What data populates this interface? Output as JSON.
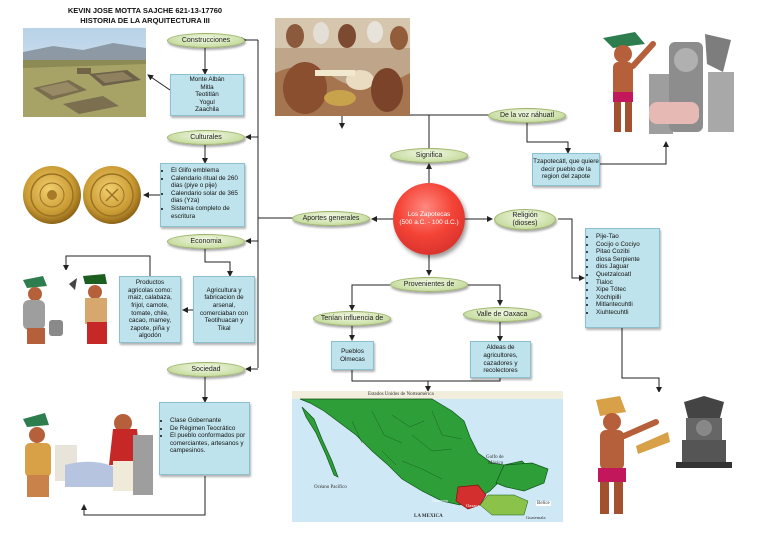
{
  "header": {
    "line1": "KEVIN JOSE MOTTA SAJCHE 621-13-17760",
    "line2": "HISTORIA DE LA ARQUITECTURA III"
  },
  "center": {
    "line1": "Los Zapotecas",
    "line2": "(500 a.C. - 100 d.C.)"
  },
  "nodes": {
    "construcciones": "Construcciones",
    "culturales": "Culturales",
    "economia": "Economia",
    "sociedad": "Sociedad",
    "aportes": "Aportes generales",
    "significa": "Significa",
    "voz_nahuatl": "De la voz náhuatl",
    "religion_1": "Religión",
    "religion_2": "(dioses)",
    "provenientes": "Provenientes de",
    "influencia": "Tenían influencia de",
    "valle": "Valle de Oaxaca"
  },
  "boxes": {
    "construcciones": [
      "Monte Albán",
      "Mitla",
      "Teotitlán",
      "Yogul",
      "Zaachila"
    ],
    "culturales": [
      "El Glifo emblema",
      "Calendario ritual de 260 dias (piye o pije)",
      "Calendario solar de 365 dias (Yza)",
      "Sistema completo de escritura"
    ],
    "productos": [
      "Productos",
      "agricolas como:",
      "maiz, calabaza,",
      "frijol, camote,",
      "tomate, chile,",
      "cacao, mamey,",
      "zapote, piña y",
      "algodón"
    ],
    "agricultura": [
      "Agricultura y",
      "fabricacion de",
      "arsenal,",
      "comerciaban con",
      "Teotihuacan y",
      "Tikal"
    ],
    "sociedad": [
      "Clase Gobernante",
      "De Régimen Teocrático",
      "El pueblo conformados por comerciantes, artesanos y campesinos."
    ],
    "tzapotecatl": [
      "Tzapotecátl, que quiere",
      "decir pueblo de la",
      "region del zapote"
    ],
    "dioses": [
      "Pije-Tao",
      "Cocijo o Cociyo",
      "Pitao Cozibi",
      "diosa Serpiente",
      "dios Jaguar",
      "Quetzalcoatl",
      "Tlaloc",
      "Xipe Tótec",
      "Xochipilli",
      "Mitlantecuhtli",
      "Xiuhtecuhtli"
    ],
    "olmecas": [
      "Pueblos",
      "Olmecas"
    ],
    "aldeas": [
      "Aldeas de",
      "agricultores,",
      "cazadores y",
      "recolectores"
    ]
  },
  "map": {
    "title": "Estados Unidos de Norteamérica",
    "pacific": "Océano Pacífico",
    "gulf_1": "Golfo de",
    "gulf_2": "México",
    "guerrero": "Guerrero",
    "oaxaca": "Oaxaca",
    "belice": "Belice",
    "country": "LA MEXICA",
    "guatemala": "Guatemala"
  },
  "colors": {
    "pill": "#cfe2ad",
    "box": "#bfe3ec",
    "center": "#f44336",
    "map_land": "#2e9e38",
    "oaxaca": "#d32f2f",
    "sea": "#cfe8f5"
  },
  "images": [
    "monte-alban-photo",
    "zapotec-calendar-stones",
    "zapotec-market-scene",
    "zapotec-warriors-illustration",
    "zapotec-farmers-illustration",
    "zapotec-nobility-illustration",
    "zapotec-priest-and-urn-illustration"
  ]
}
